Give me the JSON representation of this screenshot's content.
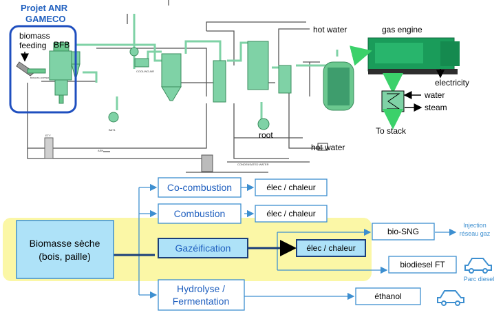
{
  "process": {
    "project_title_line1": "Projet ANR",
    "project_title_line2": "GAMECO",
    "biomass_feeding_line1": "biomass",
    "biomass_feeding_line2": "feeding",
    "bfb": "BFB",
    "hot_water_top": "hot water",
    "gas_engine": "gas engine",
    "electricity": "electricity",
    "water": "water",
    "steam": "steam",
    "to_stack": "To stack",
    "root": "root",
    "hot_water_bottom": "hot water",
    "small_labels": [
      "BIOMASS HOPPER",
      "COOLING AIR",
      "ETY",
      "ASH",
      "CONDENSATED WATER",
      "BAT1"
    ]
  },
  "flow": {
    "source": "Biomasse sèche",
    "source_sub": "(bois, paille)",
    "paths": [
      {
        "label": "Co-combustion",
        "output": "élec / chaleur"
      },
      {
        "label": "Combustion",
        "output": "élec / chaleur"
      },
      {
        "label": "Gazéification",
        "output": "élec / chaleur",
        "output2": "bio-SNG",
        "output3": "biodiesel FT"
      },
      {
        "label_line1": "Hydrolyse /",
        "label_line2": "Fermentation",
        "output": "éthanol"
      }
    ],
    "injection_line1": "Injection",
    "injection_line2": "réseau gaz",
    "parc_diesel": "Parc diesel"
  },
  "colors": {
    "highlight": "#fbf7a6",
    "box_fill": "#aee2f8",
    "box_stroke": "#3d8fd0",
    "title_blue": "#1f5fbf",
    "equipment_green": "#6bc88f"
  }
}
